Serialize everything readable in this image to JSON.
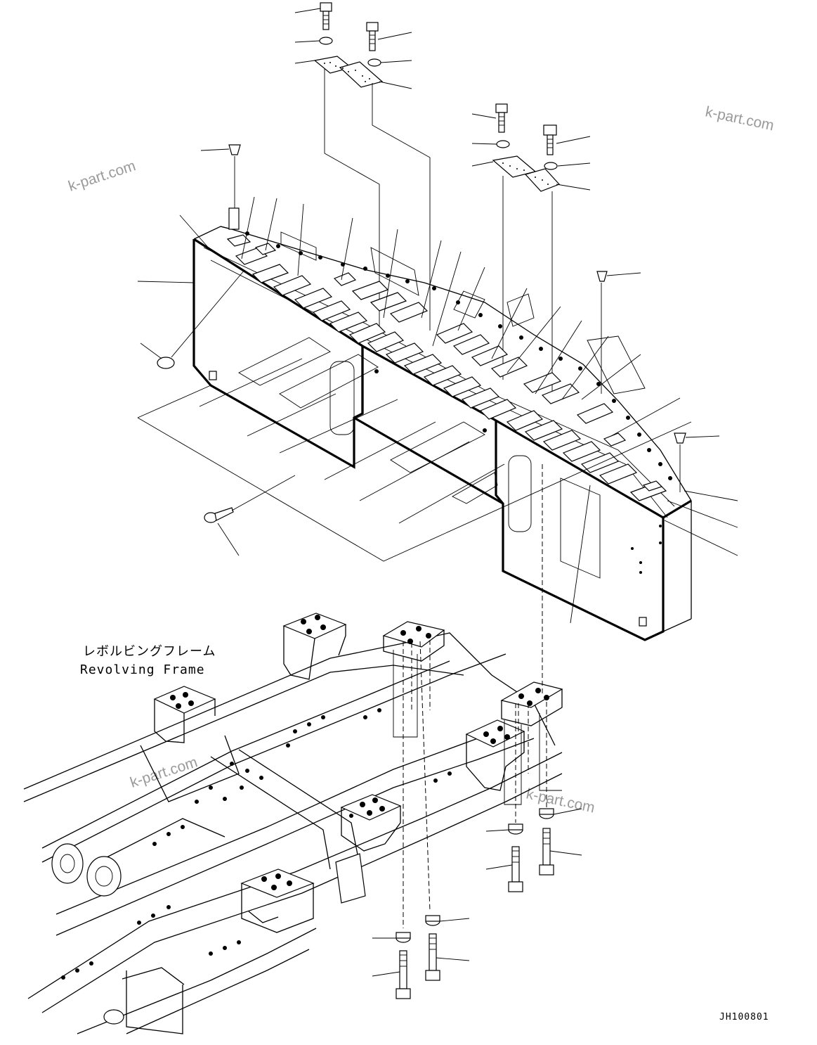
{
  "frame_label": {
    "japanese": "レボルビングフレーム",
    "english": "Revolving Frame"
  },
  "drawing_code": "JH100801",
  "watermarks": [
    "k-part.com",
    "k-part.com",
    "k-part.com",
    "k-part.com"
  ],
  "colors": {
    "line": "#000000",
    "watermark": "#9a9a9a",
    "background": "#ffffff"
  }
}
